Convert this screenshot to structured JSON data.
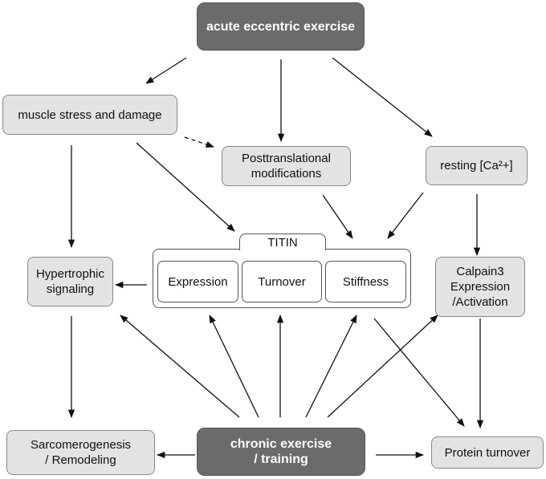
{
  "nodes": {
    "acute": "acute eccentric exercise",
    "stress": "muscle stress and damage",
    "ptm": "Posttranslational\nmodifications",
    "calcium": "resting [Ca²+]",
    "hypertrophic": "Hypertrophic\nsignaling",
    "titin_title": "TITIN",
    "expression": "Expression",
    "turnover": "Turnover",
    "stiffness": "Stiffness",
    "calpain": "Calpain3\nExpression\n/Activation",
    "sarcomere": "Sarcomerogenesis\n/ Remodeling",
    "chronic": "chronic exercise\n/ training",
    "protein": "Protein turnover"
  },
  "colors": {
    "dark_box": "#6b6b6b",
    "light_box": "#e3e3e3",
    "arrow": "#111111"
  }
}
